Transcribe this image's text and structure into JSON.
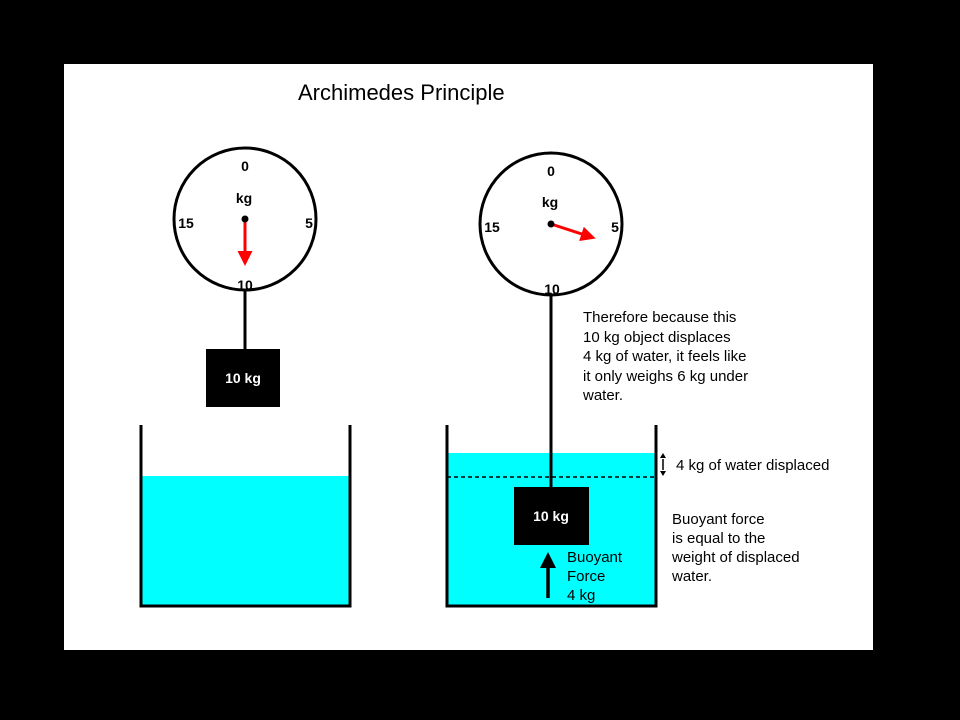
{
  "title": "Archimedes Principle",
  "colors": {
    "background": "#000000",
    "panel": "#ffffff",
    "water": "#00ffff",
    "needle": "#ff0000",
    "outline": "#000000"
  },
  "left_scale": {
    "unit": "kg",
    "ticks": {
      "top": "0",
      "right": "5",
      "bottom": "10",
      "left": "15"
    },
    "reading_kg": 10,
    "weight_label": "10 kg"
  },
  "right_scale": {
    "unit": "kg",
    "ticks": {
      "top": "0",
      "right": "5",
      "bottom": "10",
      "left": "15"
    },
    "reading_kg": 6,
    "weight_label": "10 kg"
  },
  "explanation_lines": [
    "Therefore because this",
    "10 kg object displaces",
    "4 kg of water, it feels like",
    "it only weighs 6 kg under",
    "water."
  ],
  "displaced_label": "4 kg of water displaced",
  "buoyant_arrow_lines": [
    "Buoyant",
    "Force",
    "4 kg"
  ],
  "buoyant_note_lines": [
    "Buoyant force",
    "is equal to the",
    "weight of displaced",
    "water."
  ]
}
